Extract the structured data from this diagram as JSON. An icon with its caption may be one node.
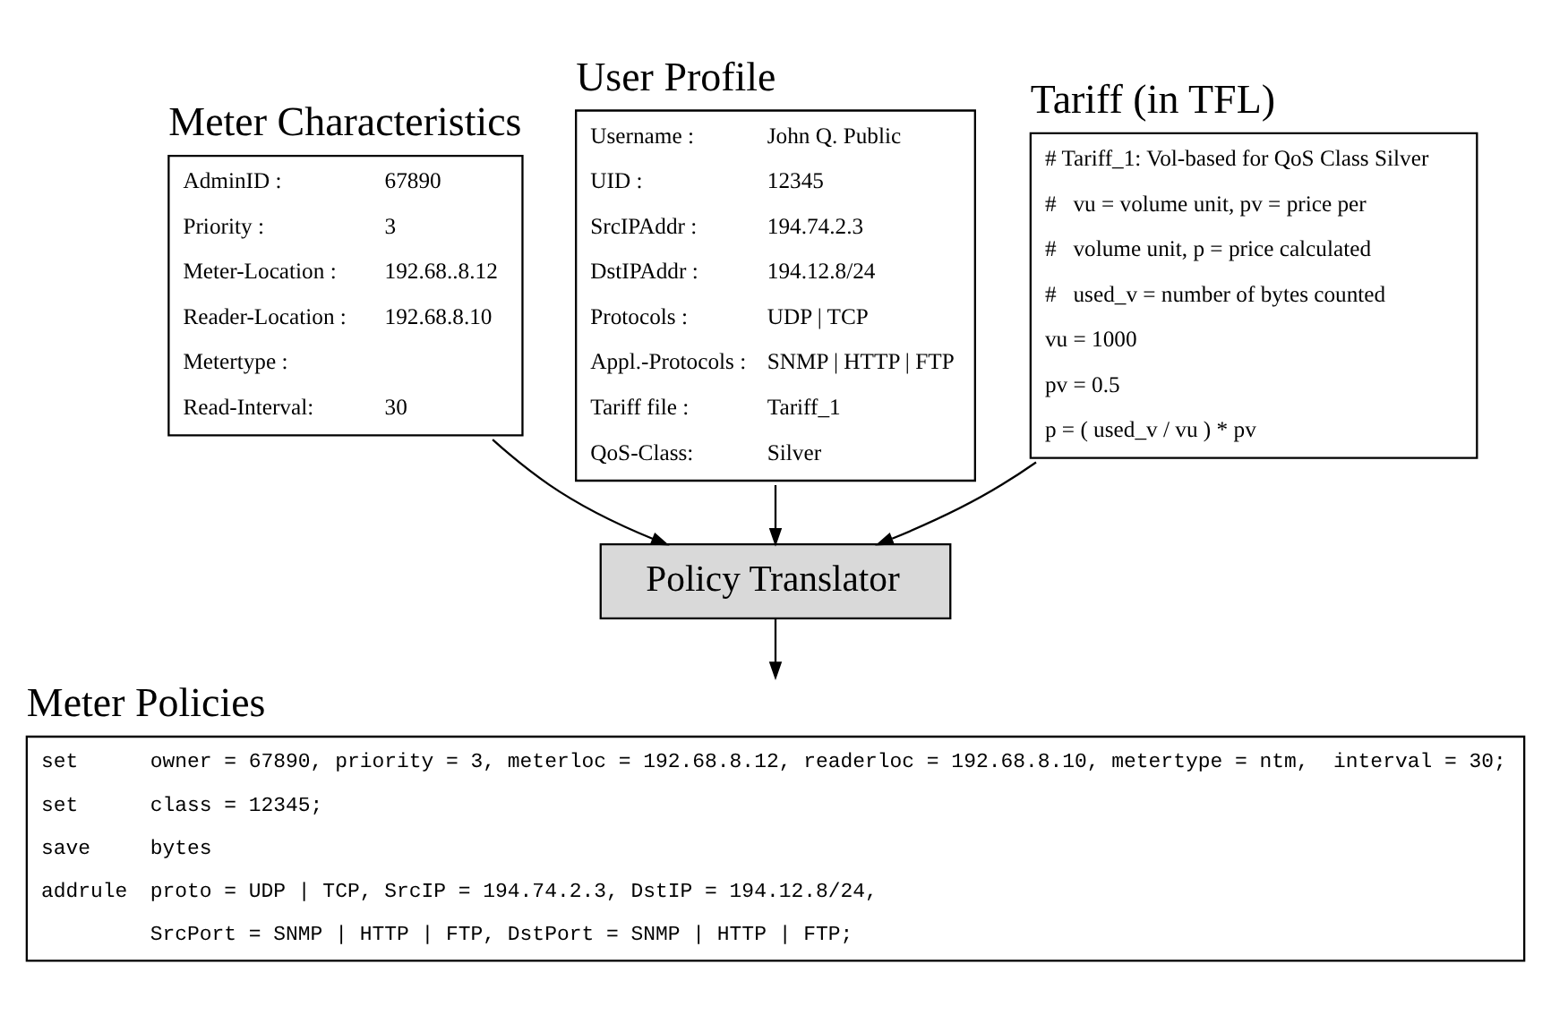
{
  "diagram": {
    "nodes": [
      {
        "text": [
          "Meter Characteristics",
          "AdminID :",
          "67890",
          "Priority :",
          "3",
          "Meter-Location :",
          "192.68..8.12",
          "Reader-Location :",
          "192.68.8.10",
          "Metertype :",
          "Read-Interval:",
          "30"
        ]
      },
      {
        "text": [
          "User Profile",
          "Username :",
          "John Q. Public",
          "UID :",
          "12345",
          "SrcIPAddr :",
          "194.74.2.3",
          "DstIPAddr :",
          "194.12.8/24",
          "Protocols :",
          "UDP | TCP",
          "Appl.-Protocols :",
          "SNMP | HTTP | FTP",
          "Tariff file :",
          "Tariff_1",
          "QoS-Class:",
          "Silver"
        ]
      },
      {
        "text": [
          "Tariff (in TFL)",
          "# Tariff_1: Vol-based for QoS Class Silver",
          "#   vu = volume unit, pv = price per",
          "#   volume unit, p = price calculated",
          "#   used_v = number of bytes counted",
          "vu = 1000",
          "pv = 0.5",
          "p = ( used_v / vu ) * pv"
        ]
      },
      {
        "text": [
          "Policy Translator"
        ]
      },
      {
        "text": [
          "Meter Policies",
          "set",
          "owner = 67890, priority = 3, meterloc = 192.68.8.12, readerloc = 192.68.8.10, metertype = ntm,  interval = 30;",
          "set",
          "class = 12345;",
          "save",
          "bytes",
          "addrule",
          "proto = UDP | TCP, SrcIP = 194.74.2.3, DstIP = 194.12.8/24,",
          "SrcPort = SNMP | HTTP | FTP, DstPort = SNMP | HTTP | FTP;"
        ]
      }
    ],
    "edges": [
      {
        "from": 0,
        "to": 3,
        "arrow": "to"
      },
      {
        "from": 1,
        "to": 3,
        "arrow": "to"
      },
      {
        "from": 2,
        "to": 3,
        "arrow": "to"
      },
      {
        "from": 3,
        "to": 4,
        "arrow": "to"
      }
    ]
  }
}
